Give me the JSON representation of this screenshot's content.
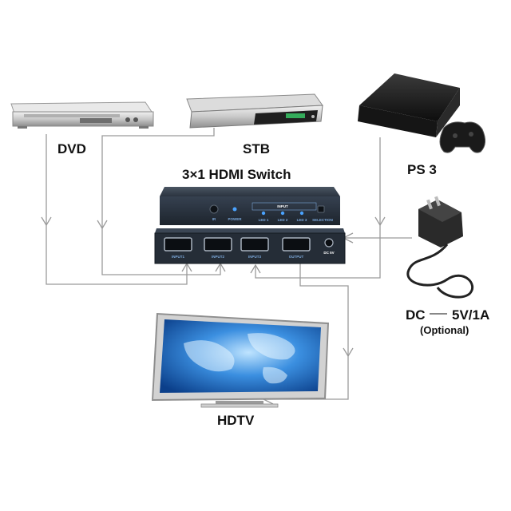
{
  "diagram": {
    "title": "3×1 HDMI Switch",
    "devices": {
      "dvd": {
        "label": "DVD"
      },
      "stb": {
        "label": "STB"
      },
      "ps3": {
        "label": "PS 3"
      },
      "hdtv": {
        "label": "HDTV"
      },
      "power": {
        "label": "DC",
        "spec": "5V/1A",
        "note": "(Optional)"
      }
    },
    "switch_panel": {
      "front": {
        "ir": "IR",
        "power": "POWER",
        "input": "INPUT",
        "leds": [
          "LED 1",
          "LED 2",
          "LED 3"
        ],
        "selection": "SELECTION"
      },
      "back": {
        "ports": [
          "INPUT1",
          "INPUT2",
          "INPUT3",
          "OUTPUT"
        ],
        "dc": "DC 5V"
      }
    }
  },
  "colors": {
    "line": "#9a9a9a",
    "switch_body": "#2b3440",
    "port_label": "#7aa6d8",
    "led": "#4aa3ff",
    "screen": "#1e6fd0"
  }
}
